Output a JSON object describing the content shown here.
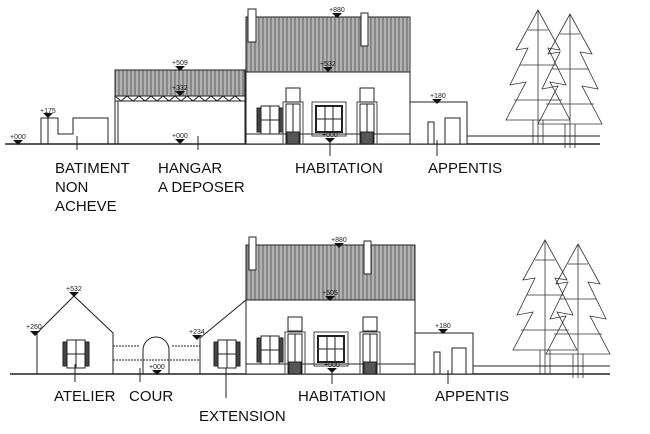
{
  "top_elevation": {
    "levels": {
      "ground_left": "+000",
      "batiment": "+175",
      "hangar_ridge": "+509",
      "hangar_eave": "+332",
      "hangar_floor": "+000",
      "habitation_ridge": "+880",
      "habitation_eave": "+532",
      "habitation_floor": "+000",
      "appentis": "+180"
    },
    "labels": {
      "batiment": [
        "BATIMENT",
        "NON",
        "ACHEVE"
      ],
      "hangar": [
        "HANGAR",
        "A DEPOSER"
      ],
      "habitation": "HABITATION",
      "appentis": "APPENTIS"
    }
  },
  "bottom_elevation": {
    "levels": {
      "atelier_ridge": "+532",
      "atelier_eave": "+260",
      "cour": "+000",
      "extension": "+234",
      "habitation_ridge": "+880",
      "habitation_eave": "+505",
      "habitation_floor": "+000",
      "appentis": "+180"
    },
    "labels": {
      "atelier": "ATELIER",
      "cour": "COUR",
      "extension": "EXTENSION",
      "habitation": "HABITATION",
      "appentis": "APPENTIS"
    }
  },
  "colors": {
    "line": "#222222",
    "roof_hatch": "#555555"
  }
}
